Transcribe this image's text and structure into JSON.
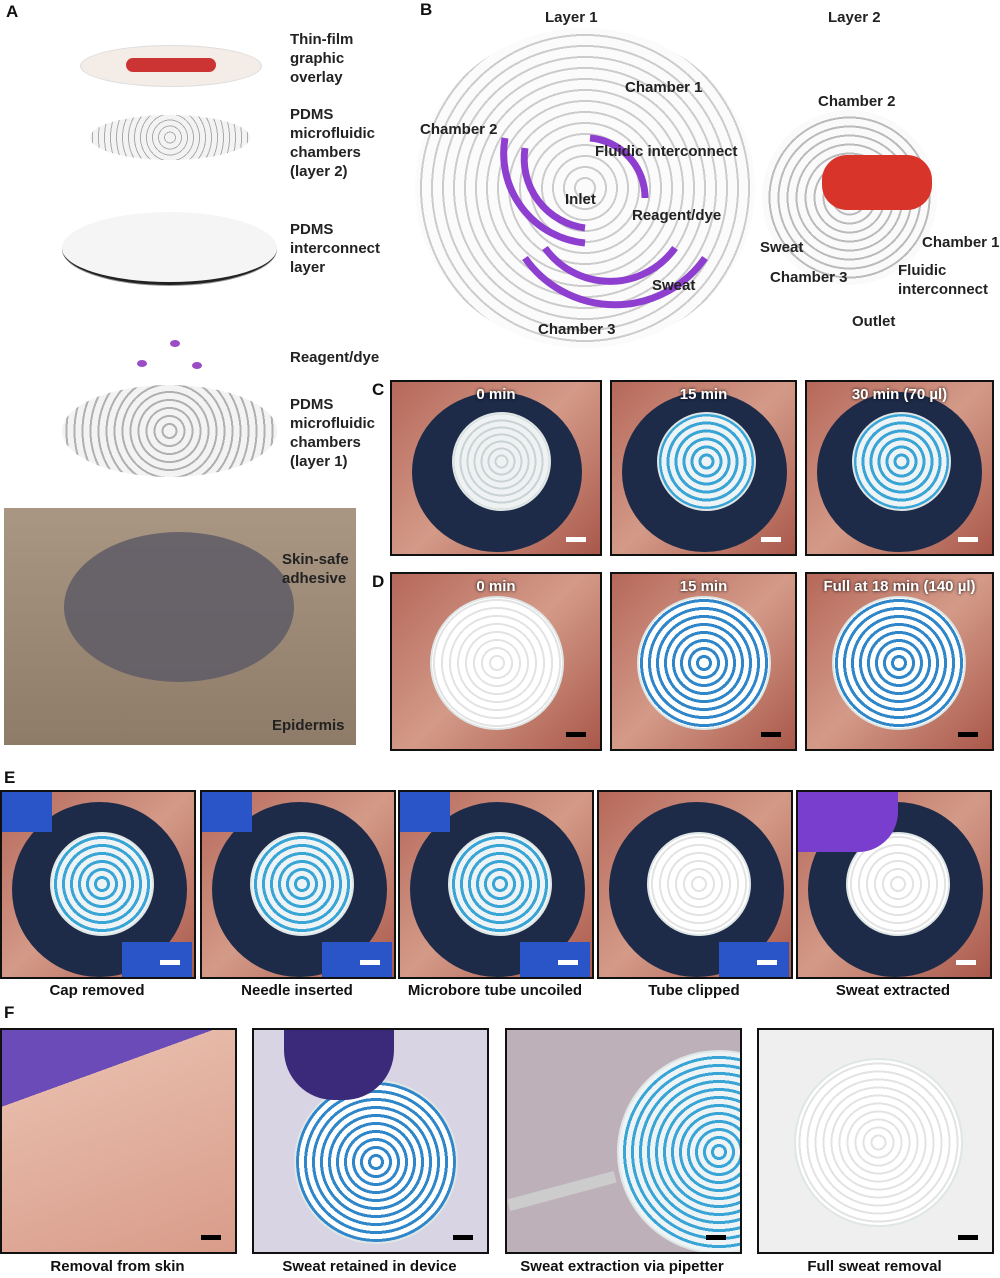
{
  "panels": {
    "a": "A",
    "b": "B",
    "c": "C",
    "d": "D",
    "e": "E",
    "f": "F"
  },
  "panel_a": {
    "labels": [
      "Thin-film graphic overlay",
      "PDMS microfluidic chambers (layer 2)",
      "PDMS interconnect layer",
      "Reagent/dye",
      "PDMS microfluidic chambers (layer 1)",
      "Skin-safe adhesive",
      "Epidermis"
    ]
  },
  "panel_b": {
    "layer1_title": "Layer 1",
    "layer2_title": "Layer 2",
    "layer1_labels": {
      "chamber1": "Chamber 1",
      "chamber2": "Chamber 2",
      "chamber3": "Chamber 3",
      "fluidic": "Fluidic interconnect",
      "inlet": "Inlet",
      "reagent": "Reagent/dye",
      "sweat": "Sweat"
    },
    "layer2_labels": {
      "chamber1": "Chamber 1",
      "chamber2": "Chamber 2",
      "chamber3": "Chamber 3",
      "fluidic": "Fluidic interconnect",
      "sweat": "Sweat",
      "outlet": "Outlet"
    }
  },
  "panel_c": {
    "times": [
      "0 min",
      "15 min",
      "30 min (70 µl)"
    ]
  },
  "panel_d": {
    "times": [
      "0 min",
      "15 min",
      "Full at 18 min (140 µl)"
    ]
  },
  "panel_e": {
    "captions": [
      "Cap removed",
      "Needle inserted",
      "Microbore tube uncoiled",
      "Tube clipped",
      "Sweat extracted"
    ]
  },
  "panel_f": {
    "captions": [
      "Removal from skin",
      "Sweat retained in device",
      "Sweat extraction via pipetter",
      "Full sweat removal"
    ]
  },
  "colors": {
    "purple": "#8e3fd0",
    "strap": "#1d2a48",
    "blue": "#2a55c9"
  }
}
